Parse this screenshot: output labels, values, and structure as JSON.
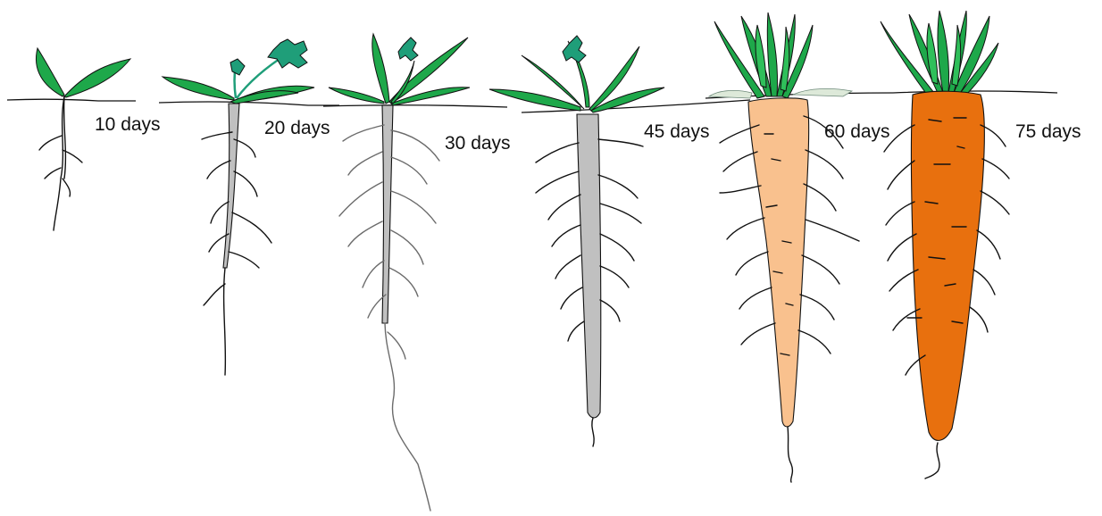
{
  "colors": {
    "leaf_green": "#1ea84a",
    "seedling_leaf_teal": "#1f9e79",
    "young_root_grey": "#c0c0c0",
    "carrot_pale": "#f9c18e",
    "carrot_mature": "#e8700e",
    "faded_leaf": "#dde9d9"
  },
  "stages": [
    {
      "label": "10 days"
    },
    {
      "label": "20 days"
    },
    {
      "label": "30 days"
    },
    {
      "label": "45 days"
    },
    {
      "label": "60 days"
    },
    {
      "label": "75 days"
    }
  ]
}
